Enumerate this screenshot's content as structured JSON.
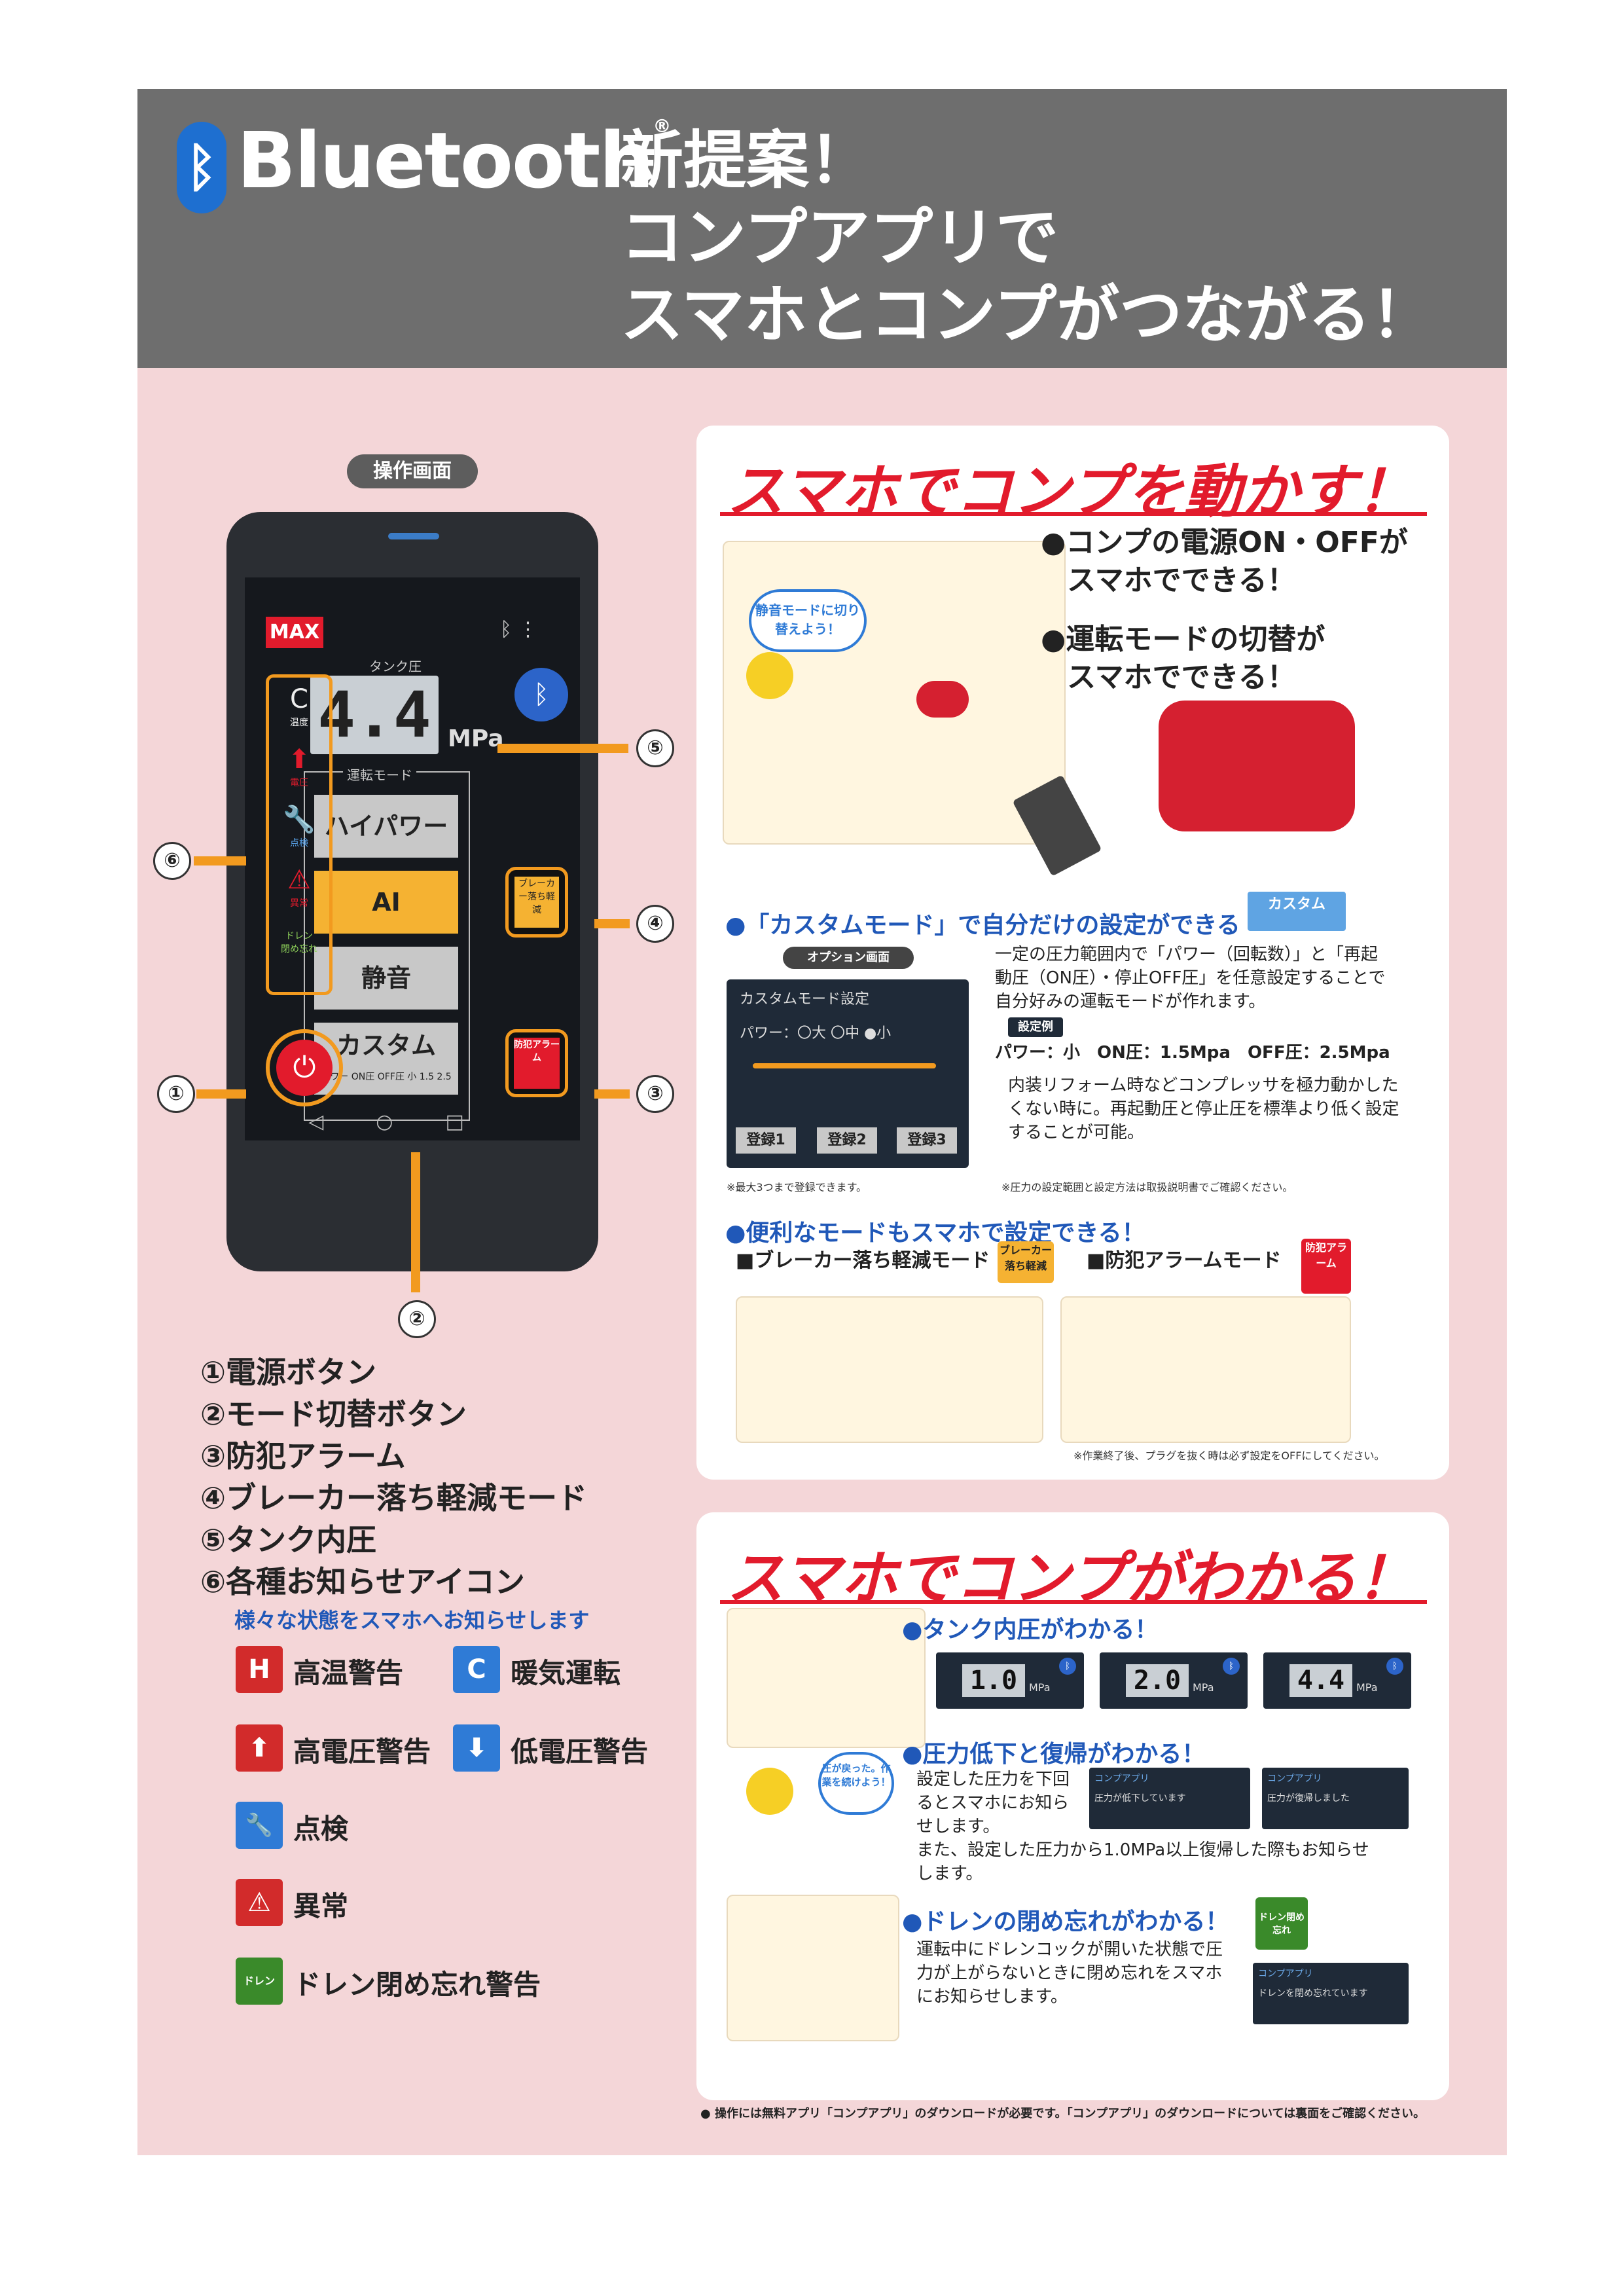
{
  "header": {
    "brand": "Bluetooth",
    "brand_mark": "®",
    "headline": [
      "新提案！",
      "コンプアプリで",
      "スマホとコンプがつながる！"
    ]
  },
  "phone_section": {
    "label": "操作画面",
    "screen": {
      "logo": "MAX",
      "tank_label": "タンク圧",
      "tank_value": "4.4",
      "unit": "MPa",
      "mode_label": "運転モード",
      "modes": [
        "ハイパワー",
        "AI",
        "静音",
        "カスタム"
      ],
      "custom_sub": "パワー ON圧 OFF圧 小 1.5 2.5",
      "breaker_label": "ブレーカー落ち軽減",
      "alarm_label": "防犯アラーム",
      "icons": [
        {
          "glyph": "C",
          "label": "温度"
        },
        {
          "glyph": "⬆",
          "label": "電圧"
        },
        {
          "glyph": "🔧",
          "label": "点検"
        },
        {
          "glyph": "⚠",
          "label": "異常"
        },
        {
          "glyph": "ドレン",
          "label": "閉め忘れ"
        }
      ]
    },
    "callouts": [
      "①",
      "②",
      "③",
      "④",
      "⑤",
      "⑥"
    ]
  },
  "legend": {
    "items": [
      "①電源ボタン",
      "②モード切替ボタン",
      "③防犯アラーム",
      "④ブレーカー落ち軽減モード",
      "⑤タンク内圧",
      "⑥各種お知らせアイコン"
    ],
    "note": "様々な状態をスマホへお知らせします",
    "warnings": [
      {
        "icon": "H",
        "label": "高温警告",
        "color": "#d22b2b"
      },
      {
        "icon": "C",
        "label": "暖気運転",
        "color": "#2f7bd6"
      },
      {
        "icon": "⬆",
        "label": "高電圧警告",
        "color": "#d22b2b"
      },
      {
        "icon": "⬇",
        "label": "低電圧警告",
        "color": "#2f7bd6"
      },
      {
        "icon": "🔧",
        "label": "点検",
        "color": "#2f7bd6"
      },
      {
        "icon": "⚠",
        "label": "異常",
        "color": "#d22b2b"
      },
      {
        "icon": "ドレン",
        "label": "ドレン閉め忘れ警告",
        "color": "#3a8a2a"
      }
    ]
  },
  "panel1": {
    "title": "スマホでコンプを動かす！",
    "bullets": [
      "●コンプの電源ON・OFFが",
      "スマホでできる！",
      "●運転モードの切替が",
      "スマホでできる！"
    ],
    "bubble": "静音モードに切り替えよう！",
    "custom_heading": "●「カスタムモード」で自分だけの設定ができる",
    "custom_tag": "カスタム",
    "option_label": "オプション画面",
    "option_screen_title": "カスタムモード設定",
    "option_power": "パワー：〇大 〇中 ●小",
    "register_buttons": [
      "登録1",
      "登録2",
      "登録3"
    ],
    "register_note": "※最大3つまで登録できます。",
    "custom_body": [
      "一定の圧力範囲内で「パワー（回転数）」と「再起",
      "動圧（ON圧）・停止OFF圧」を任意設定することで",
      "自分好みの運転モードが作れます。"
    ],
    "example_badge": "設定例",
    "example_line": "パワー：小　ON圧：1.5Mpa　OFF圧：2.5Mpa",
    "custom_body2": [
      "内装リフォーム時などコンプレッサを極力動かした",
      "くない時に。再起動圧と停止圧を標準より低く設定",
      "することが可能。"
    ],
    "range_note": "※圧力の設定範囲と設定方法は取扱説明書でご確認ください。",
    "modes_heading": "●便利なモードもスマホで設定できる！",
    "breaker_mode": "■ブレーカー落ち軽減モード",
    "alarm_mode": "■防犯アラームモード",
    "breaker_tag": "ブレーカー落ち軽減",
    "alarm_tag": "防犯アラーム",
    "off_note": "※作業終了後、プラグを抜く時は必ず設定をOFFにしてください。"
  },
  "panel2": {
    "title": "スマホでコンプがわかる！",
    "tank_heading": "●タンク内圧がわかる！",
    "readings": [
      "1.0",
      "2.0",
      "4.4"
    ],
    "unit": "MPa",
    "drop_heading": "●圧力低下と復帰がわかる！",
    "drop_bubble": "圧が戻った。作業を続けよう！",
    "drop_body": [
      "設定した圧力を下回",
      "るとスマホにお知ら",
      "せします。"
    ],
    "drop_body2": [
      "また、設定した圧力から1.0MPa以上復帰した際もお知らせ",
      "します。"
    ],
    "notif_app": "コンプアプリ",
    "notif_low": "圧力が低下しています",
    "notif_back": "圧力が復帰しました",
    "drain_heading": "●ドレンの閉め忘れがわかる！",
    "drain_body": [
      "運転中にドレンコックが開いた状態で圧",
      "力が上がらないときに閉め忘れをスマホ",
      "にお知らせします。"
    ],
    "drain_tag": "ドレン閉め忘れ",
    "drain_notif": "ドレンを閉め忘れています"
  },
  "footer": {
    "note": "● 操作には無料アプリ「コンプアプリ」のダウンロードが必要です。「コンプアプリ」のダウンロードについては裏面をご確認ください。"
  },
  "colors": {
    "header_gray": "#6e6e6e",
    "pink": "#f4d6d8",
    "accent_red": "#e21b2c",
    "accent_orange": "#f29a1f",
    "accent_blue": "#2058b8"
  }
}
